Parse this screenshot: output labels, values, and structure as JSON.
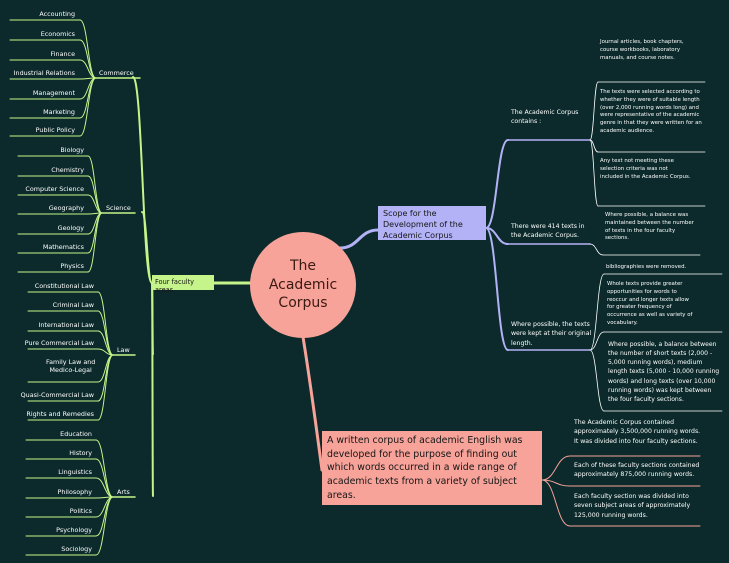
{
  "center": {
    "title": "The\nAcademic\nCorpus"
  },
  "faculty": {
    "label": "Four faculty areas",
    "commerce": {
      "label": "Commerce",
      "items": [
        "Accounting",
        "Economics",
        "Finance",
        "Industrial Relations",
        "Management",
        "Marketing",
        "Public Policy"
      ]
    },
    "science": {
      "label": "Science",
      "items": [
        "Biology",
        "Chemistry",
        "Computer Science",
        "Geography",
        "Geology",
        "Mathematics",
        "Physics"
      ]
    },
    "law": {
      "label": "Law",
      "items": [
        "Constitutional Law",
        "Criminal Law",
        "International Law",
        "Pure Commercial Law",
        "Family Law and\nMedico-Legal",
        "Quasi-Commercial Law",
        "Rights and Remedies"
      ]
    },
    "arts": {
      "label": "Arts",
      "items": [
        "Education",
        "History",
        "Linguistics",
        "Philosophy",
        "Politics",
        "Psychology",
        "Sociology"
      ]
    }
  },
  "scope": {
    "label": "Scope for the Development of the Academic Corpus",
    "contains": {
      "label": "The Academic Corpus contains :",
      "notes": [
        "Journal articles, book chapters, course workbooks, laboratory manuals, and course notes.",
        "The texts were selected according to whether they were of suitable length (over 2,000 running words long) and were representative of the academic genre in that they were written for an academic audience.",
        "Any text not meeting these selection criteria was not included in the Academic Corpus."
      ]
    },
    "texts": {
      "label": "There were 414 texts in the Academic Corpus.",
      "notes": [
        "Where possible, a balance was maintained between the number of texts in the four faculty sections."
      ]
    },
    "original": {
      "label": "Where possible, the texts were kept at their original length.",
      "notes": [
        "bibliographies were removed.",
        "Whole texts provide greater opportunities for words to reoccur and longer texts allow for greater frequency of occurrence as well as variety of vocabulary.",
        "Where possible, a balance between the number of short texts (2,000 - 5,000 running words), medium length texts (5,000 - 10,000 running words) and long texts (over 10,000 running words) was kept between the four faculty sections."
      ]
    }
  },
  "written": {
    "label": "A written corpus of academic English was developed for the purpose of finding out which words occurred in a wide range of academic texts from a variety of subject areas.",
    "notes": [
      "The Academic Corpus contained approximately 3,500,000 running words. It was divided into four faculty sections.",
      "Each of these faculty sections contained approximately 875,000 running words.",
      "Each faculty section was divided into seven subject areas of approximately 125,000 running words."
    ]
  },
  "colors": {
    "background": "#0c2a2b",
    "green_branch": "#c5f58a",
    "purple_branch": "#b3b2f6",
    "salmon_branch": "#f7a39a",
    "sub_line": "#ffffff"
  }
}
